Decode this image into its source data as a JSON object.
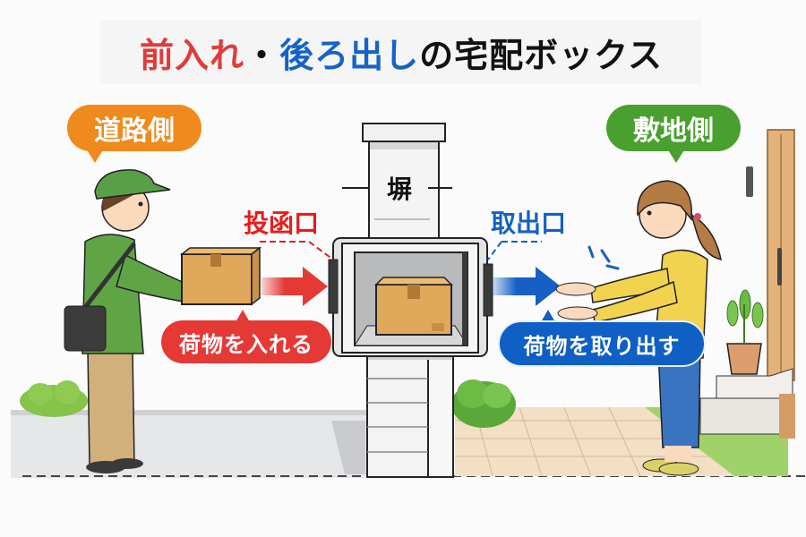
{
  "title": {
    "part1": "前入れ",
    "separator": "・",
    "part2": "後ろ出し",
    "part3": "の宅配ボックス"
  },
  "sides": {
    "road": "道路側",
    "site": "敷地側"
  },
  "labels": {
    "wall": "塀",
    "insert_slot": "投函口",
    "retrieve_slot": "取出口"
  },
  "actions": {
    "insert": "荷物を入れる",
    "retrieve": "荷物を取り出す"
  },
  "colors": {
    "red": "#e53935",
    "blue": "#0f5fc4",
    "orange": "#f08a1c",
    "green": "#49a02e",
    "cardboard": "#e0a85a"
  }
}
